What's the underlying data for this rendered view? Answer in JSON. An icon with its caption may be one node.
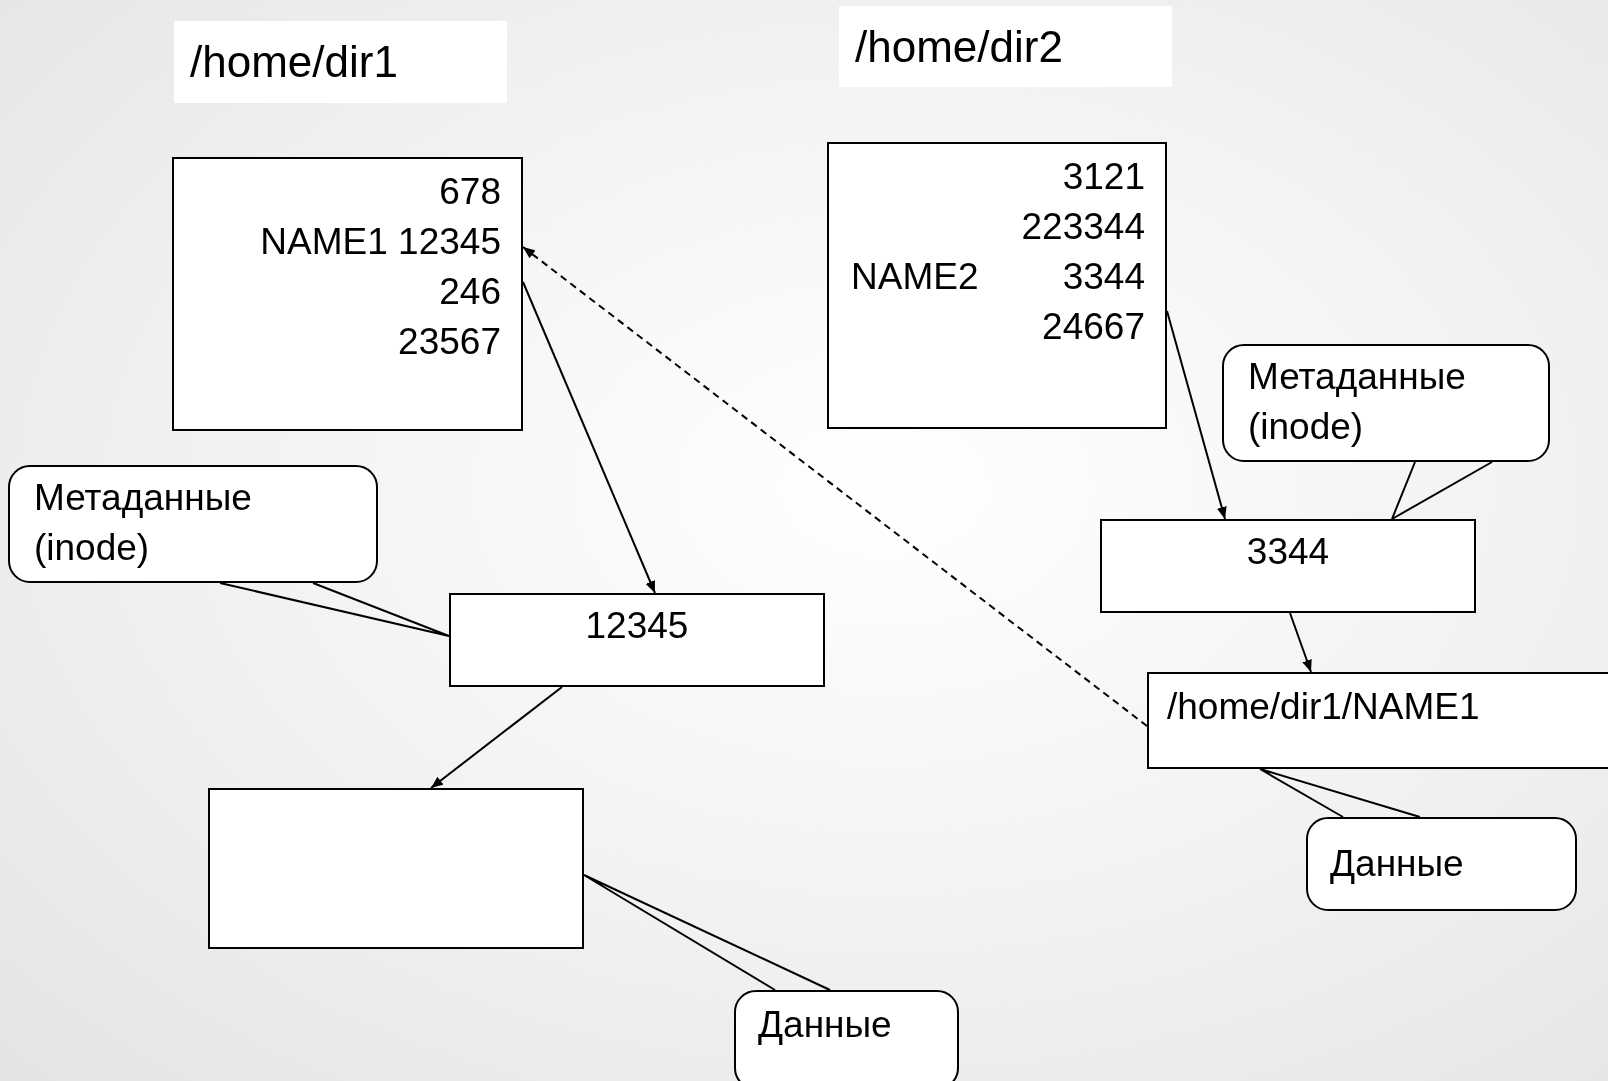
{
  "diagram": {
    "nodes": [
      {
        "text": [
          "/home/dir1"
        ]
      },
      {
        "text": [
          "/home/dir2"
        ]
      },
      {
        "text": [
          "678",
          "NAME1",
          "12345",
          "246",
          "23567"
        ]
      },
      {
        "text": [
          "3121",
          "223344",
          "NAME2",
          "3344",
          "24667"
        ]
      },
      {
        "text": [
          "Метаданные (inode)"
        ]
      },
      {
        "text": [
          "Метаданные (inode)"
        ]
      },
      {
        "text": [
          "3344"
        ]
      },
      {
        "text": [
          "12345"
        ]
      },
      {
        "text": [
          "/home/dir1/NAME1"
        ]
      },
      {
        "text": [],
        "shape": "box"
      },
      {
        "text": [
          "Данные"
        ]
      },
      {
        "text": [
          "Данные"
        ]
      }
    ],
    "edges": [
      {
        "from": 2,
        "to": 7,
        "arrow": "to"
      },
      {
        "from": 8,
        "to": 2,
        "arrow": "to",
        "style": "dashed"
      },
      {
        "from": 3,
        "to": 6,
        "arrow": "to"
      },
      {
        "from": 6,
        "to": 8,
        "arrow": "to"
      },
      {
        "from": 7,
        "to": 9,
        "arrow": "to"
      },
      {
        "from": 5,
        "to": 7,
        "arrow": "none"
      },
      {
        "from": 4,
        "to": 6,
        "arrow": "none"
      },
      {
        "from": 10,
        "to": 8,
        "arrow": "none"
      },
      {
        "from": 11,
        "to": 9,
        "arrow": "none"
      }
    ]
  }
}
